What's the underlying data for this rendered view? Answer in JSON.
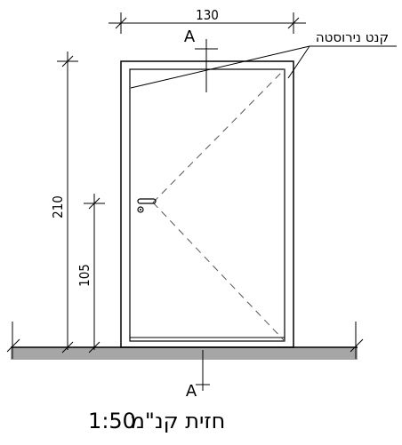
{
  "dimensions": {
    "width_label": "130",
    "height_label": "210",
    "handle_height_label": "105"
  },
  "section_markers": {
    "top": "A",
    "bottom": "A"
  },
  "annotation": {
    "label": "קנט נירוסטה"
  },
  "title": {
    "text": "חזית קנ\"מ",
    "scale": "1:50"
  },
  "colors": {
    "line": "#000000",
    "floor": "#a6a6a6",
    "background": "#ffffff",
    "swing_line": "#555555"
  }
}
